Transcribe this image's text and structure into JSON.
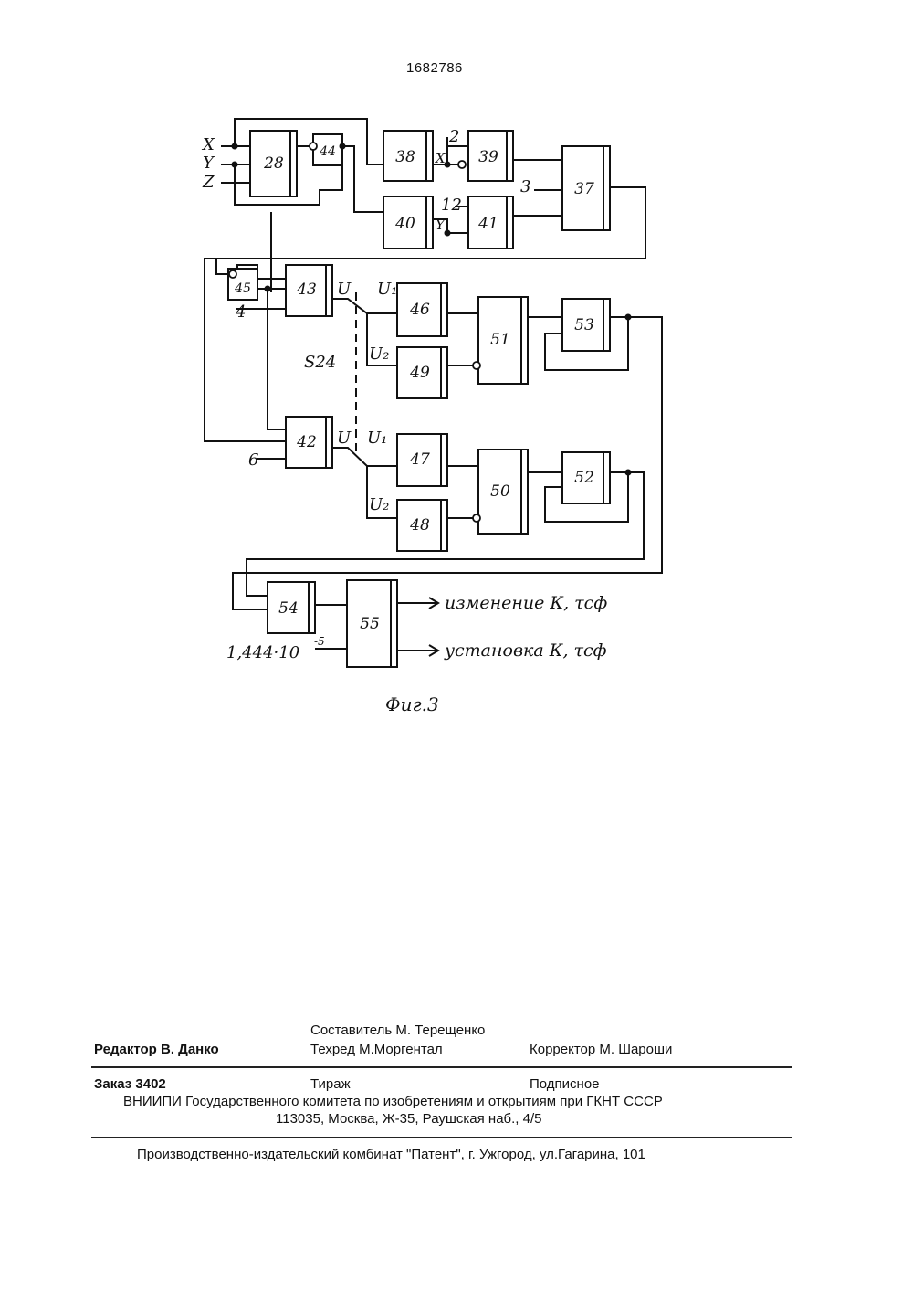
{
  "header": {
    "patent_number": "1682786"
  },
  "diagram": {
    "inputs": {
      "x": "X",
      "y": "Y",
      "z": "Z",
      "in_2": "2",
      "in_12": "12",
      "in_3": "3",
      "in_4": "4",
      "in_6": "6",
      "constant": "1,444·10",
      "constant_exp": "-5"
    },
    "blocks": {
      "b28": "28",
      "b44": "44",
      "b38": "38",
      "b39": "39",
      "b40": "40",
      "b41": "41",
      "b37": "37",
      "b45": "45",
      "b43": "43",
      "b42": "42",
      "b46": "46",
      "b49": "49",
      "b51": "51",
      "b53": "53",
      "b47": "47",
      "b48": "48",
      "b50": "50",
      "b52": "52",
      "b54": "54",
      "b55": "55"
    },
    "signals": {
      "x_small": "X",
      "y_small": "Y",
      "u_top": "U",
      "u1_top": "U₁",
      "u2_top": "U₂",
      "u_bot": "U",
      "u1_bot": "U₁",
      "u2_bot": "U₂",
      "switch_label": "S24"
    },
    "outputs": {
      "change": "изменение К, τсф",
      "setting": "установка К, τсф"
    },
    "caption": "Фиг.3"
  },
  "imprint": {
    "composer": "Составитель М. Терещенко",
    "editor": "Редактор В. Данко",
    "techred": "Техред М.Моргентал",
    "corrector": "Корректор М. Шароши",
    "order_label": "Заказ",
    "order_number": "3402",
    "circulation": "Тираж",
    "subscription": "Подписное",
    "institute": "ВНИИПИ Государственного комитета по изобретениям и открытиям при ГКНТ СССР",
    "address": "113035, Москва, Ж-35, Раушская наб., 4/5",
    "publisher": "Производственно-издательский комбинат \"Патент\", г. Ужгород, ул.Гагарина, 101"
  }
}
